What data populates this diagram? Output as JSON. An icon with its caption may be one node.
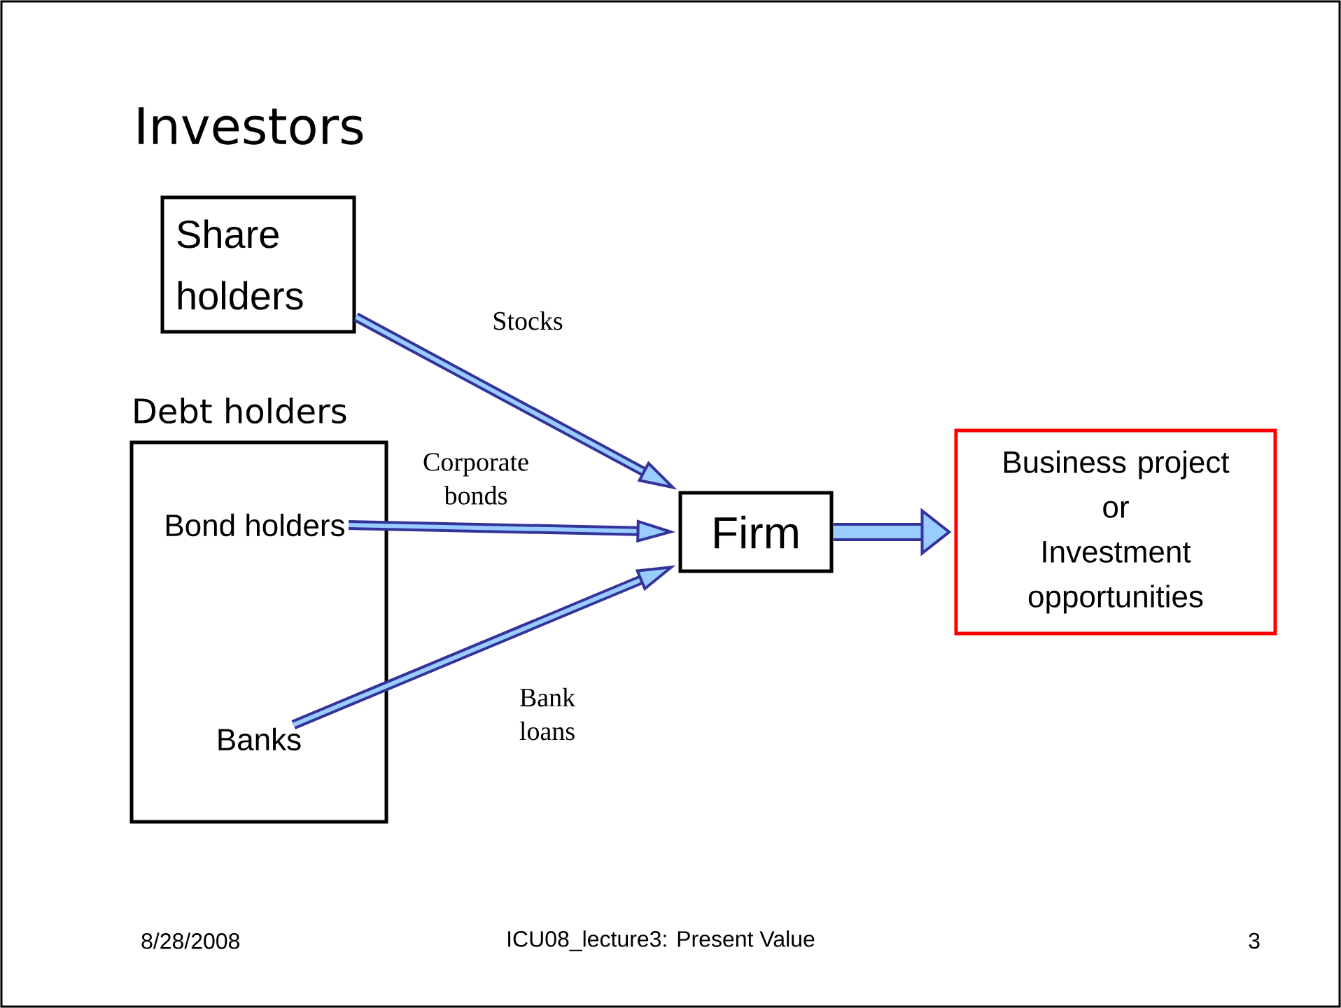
{
  "diagram": {
    "title": "Investors",
    "nodes": [
      {
        "text": [
          "Share holders"
        ]
      },
      {
        "text": [
          "Debt holders"
        ]
      },
      {
        "text": [
          "Bond holders"
        ],
        "in": 1
      },
      {
        "text": [
          "Banks"
        ],
        "in": 1
      },
      {
        "text": [
          "Firm"
        ]
      },
      {
        "text": [
          "Business project",
          "or",
          "Investment opportunities"
        ]
      }
    ],
    "edges": [
      {
        "from": 0,
        "to": 4,
        "arrow": "to",
        "label": "Stocks"
      },
      {
        "from": 2,
        "to": 4,
        "arrow": "to",
        "label": "Corporate bonds"
      },
      {
        "from": 3,
        "to": 4,
        "arrow": "to",
        "label": "Bank loans"
      },
      {
        "from": 4,
        "to": 5,
        "arrow": "to",
        "style": "thick"
      }
    ],
    "labels": [
      "8/28/2008",
      "ICU08_lecture3: Present Value",
      "3"
    ]
  }
}
